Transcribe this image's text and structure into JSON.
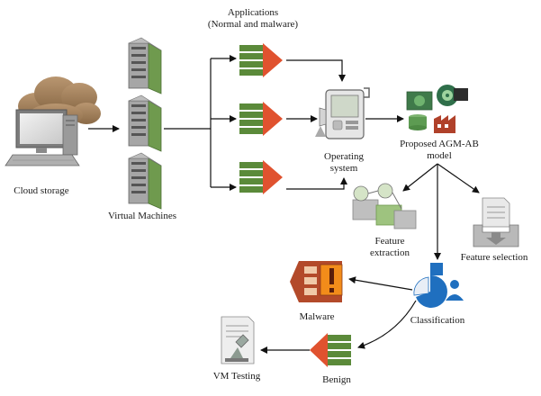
{
  "labels": {
    "applications": [
      "Applications",
      "(Normal and malware)"
    ],
    "cloud_storage": "Cloud storage",
    "virtual_machines": "Virtual Machines",
    "operating_system": [
      "Operating",
      "system"
    ],
    "proposed_model": [
      "Proposed AGM-AB",
      "model"
    ],
    "feature_extraction": [
      "Feature",
      "extraction"
    ],
    "feature_selection": "Feature selection",
    "classification": "Classification",
    "malware": "Malware",
    "benign": "Benign",
    "vm_testing": "VM Testing"
  },
  "icons": {
    "cloud": "cloud-icon",
    "computer": "desktop-computer-icon",
    "server": "server-rack-icon",
    "application": "application-stack-icon",
    "os": "operating-system-device-icon",
    "model": "model-database-icon",
    "extraction": "feature-extraction-icon",
    "selection": "document-tray-icon",
    "classification": "pie-chart-user-icon",
    "malware": "warning-document-icon",
    "testing": "lab-microscope-icon"
  },
  "colors": {
    "server_green": "#6f9a4e",
    "server_grey": "#a6a6a6",
    "app_green": "#5b8a3a",
    "app_red": "#e0522f",
    "cloud_brown": "#9b7b58",
    "malware_red": "#b34a2a",
    "malware_orange": "#f28c1a",
    "class_blue": "#1f6fbf",
    "tray_grey": "#b9b9b9",
    "arrow": "#111111"
  }
}
